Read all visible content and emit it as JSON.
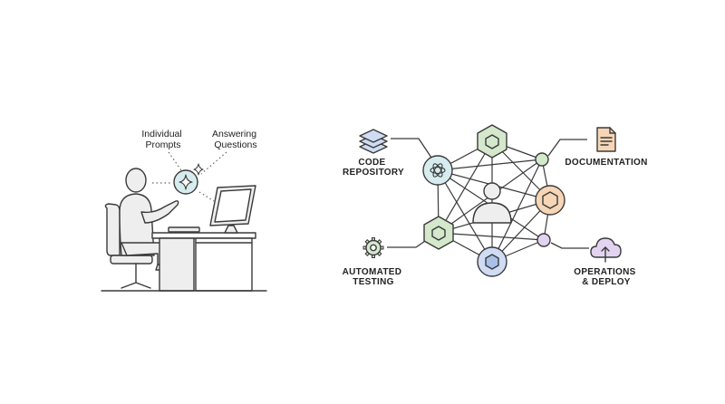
{
  "left_panel": {
    "label_individual_prompts": [
      "Individual",
      "Prompts"
    ],
    "label_answering_questions": [
      "Answering",
      "Questions"
    ]
  },
  "right_panel": {
    "code_repository": [
      "CODE",
      "REPOSITORY"
    ],
    "documentation": [
      "DOCUMENTATION"
    ],
    "automated_testing": [
      "AUTOMATED",
      "TESTING"
    ],
    "operations_deploy": [
      "OPERATIONS",
      "& DEPLOY"
    ]
  },
  "colors": {
    "stroke": "#3a3a3a",
    "teal": "#d7ecee",
    "green": "#d4e8cc",
    "blue": "#cfdcf3",
    "orange": "#f6d6b6",
    "purple": "#e2d4f0",
    "user": "#eeeeee"
  },
  "icons": [
    "sparkle-icon",
    "layers-icon",
    "openai-icon",
    "document-icon",
    "gear-icon",
    "cloud-upload-icon",
    "user-icon",
    "hexagon-icon"
  ]
}
